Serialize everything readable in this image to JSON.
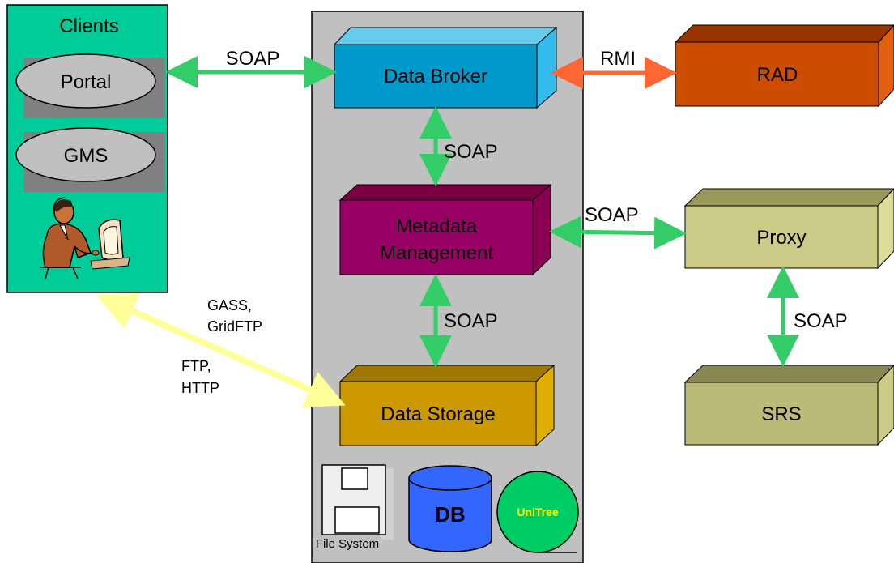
{
  "clients": {
    "title": "Clients",
    "items": [
      "Portal",
      "GMS"
    ]
  },
  "components": {
    "data_broker": "Data Broker",
    "metadata_line1": "Metadata",
    "metadata_line2": "Management",
    "data_storage": "Data Storage",
    "rad": "RAD",
    "proxy": "Proxy",
    "srs": "SRS"
  },
  "storage_backends": {
    "file_system": "File System",
    "db": "DB",
    "unitree": "UniTree"
  },
  "protocols": {
    "clients_broker": "SOAP",
    "broker_rad": "RMI",
    "broker_metadata": "SOAP",
    "metadata_proxy": "SOAP",
    "metadata_storage": "SOAP",
    "proxy_srs": "SOAP",
    "transfer_a_line1": "GASS,",
    "transfer_a_line2": "GridFTP",
    "transfer_b_line1": "FTP,",
    "transfer_b_line2": "HTTP"
  },
  "colors": {
    "clients_bg": "#00cc99",
    "server_bg": "#c0c0c0",
    "data_broker": "#0099cc",
    "metadata": "#990066",
    "data_storage": "#cc9900",
    "rad": "#cc4c00",
    "proxy": "#cccc88",
    "srs": "#bbbb77",
    "soap_arrow": "#33cc66",
    "rmi_arrow": "#ff6633",
    "transfer_arrow": "#ffff99"
  }
}
